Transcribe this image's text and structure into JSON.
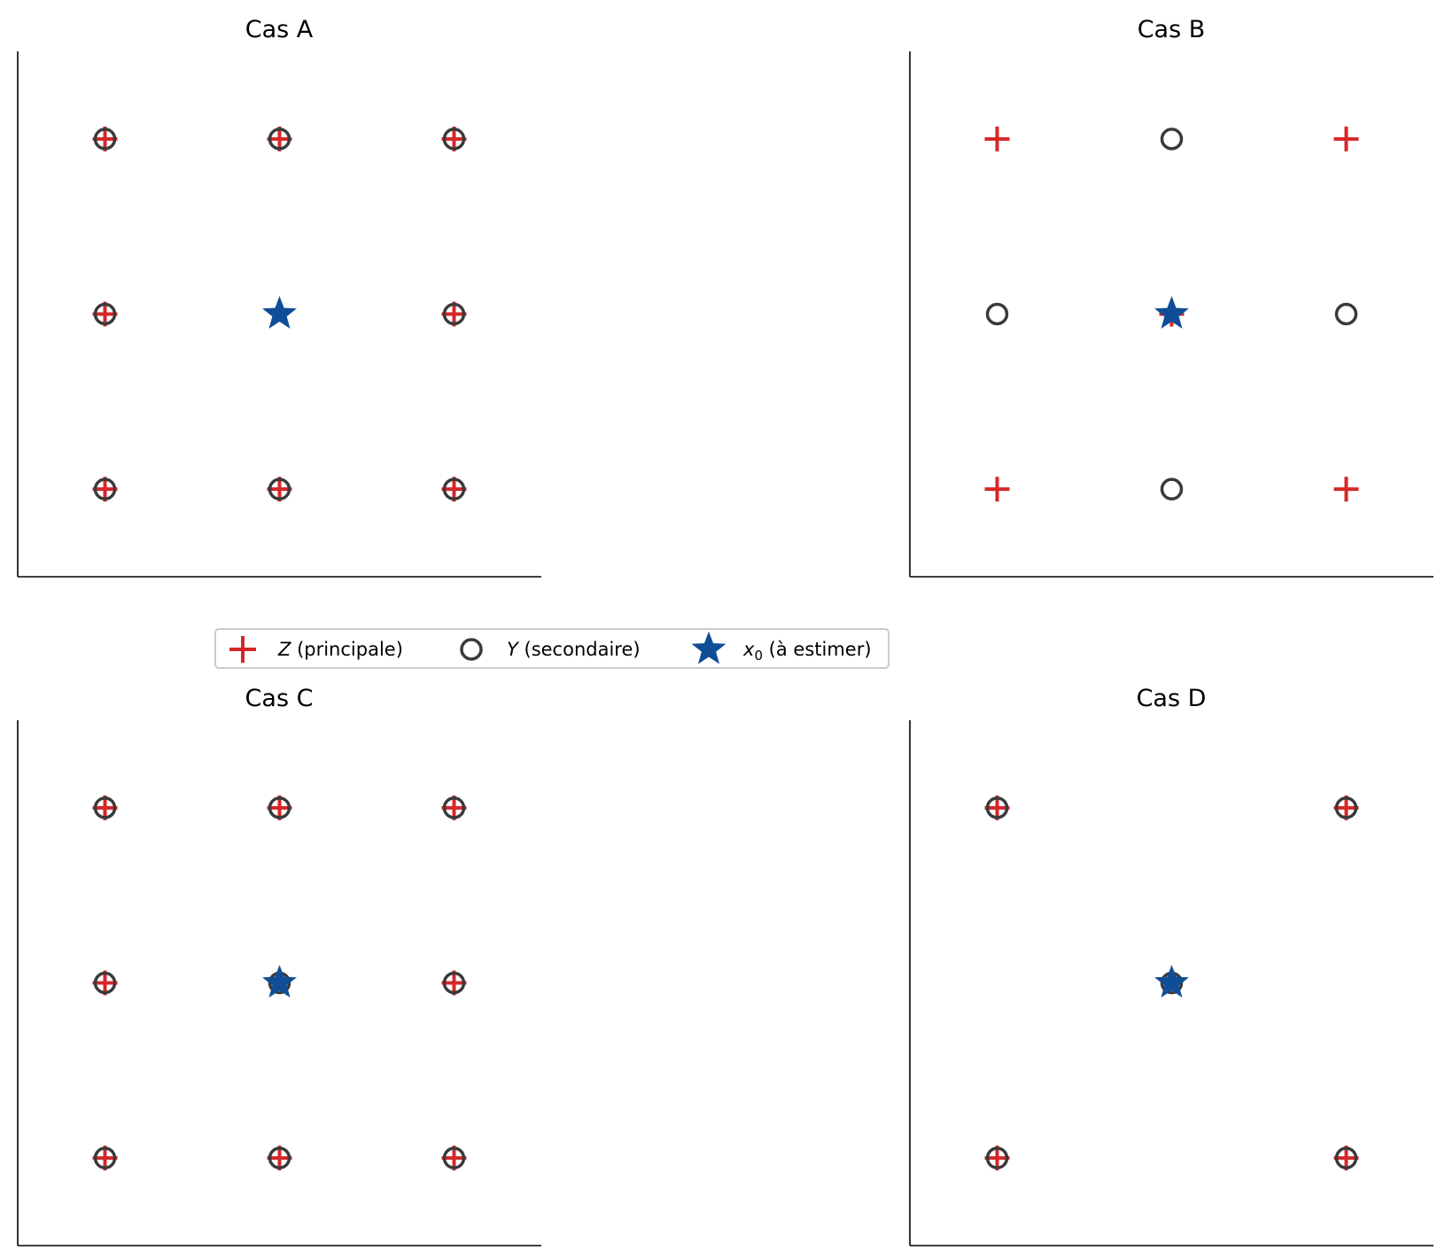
{
  "colors": {
    "z": "#d62728",
    "y": "#3a3a3a",
    "x0": "#0f4e96",
    "axis": "#000000",
    "legend_border": "#cccccc"
  },
  "legend": {
    "z_var": "Z",
    "z_label": " (principale)",
    "y_var": "Y",
    "y_label": " (secondaire)",
    "x0_var": "x",
    "x0_sub": "0",
    "x0_label": " (à estimer)"
  },
  "chart_data": [
    {
      "type": "scatter",
      "title": "Cas A",
      "xlim": [
        0,
        3
      ],
      "ylim": [
        0,
        3
      ],
      "grid": false,
      "series": [
        {
          "name": "Z (principale)",
          "marker": "plus",
          "points": [
            [
              0.5,
              0.5
            ],
            [
              1.5,
              0.5
            ],
            [
              2.5,
              0.5
            ],
            [
              0.5,
              1.5
            ],
            [
              2.5,
              1.5
            ],
            [
              0.5,
              2.5
            ],
            [
              1.5,
              2.5
            ],
            [
              2.5,
              2.5
            ]
          ]
        },
        {
          "name": "Y (secondaire)",
          "marker": "circle",
          "points": [
            [
              0.5,
              0.5
            ],
            [
              1.5,
              0.5
            ],
            [
              2.5,
              0.5
            ],
            [
              0.5,
              1.5
            ],
            [
              2.5,
              1.5
            ],
            [
              0.5,
              2.5
            ],
            [
              1.5,
              2.5
            ],
            [
              2.5,
              2.5
            ]
          ]
        },
        {
          "name": "x0 (à estimer)",
          "marker": "star",
          "points": [
            [
              1.5,
              1.5
            ]
          ]
        }
      ]
    },
    {
      "type": "scatter",
      "title": "Cas B",
      "xlim": [
        0,
        3
      ],
      "ylim": [
        0,
        3
      ],
      "grid": false,
      "series": [
        {
          "name": "Z (principale)",
          "marker": "plus",
          "points": [
            [
              0.5,
              0.5
            ],
            [
              2.5,
              0.5
            ],
            [
              1.5,
              1.5
            ],
            [
              0.5,
              2.5
            ],
            [
              2.5,
              2.5
            ]
          ]
        },
        {
          "name": "Y (secondaire)",
          "marker": "circle",
          "points": [
            [
              1.5,
              0.5
            ],
            [
              0.5,
              1.5
            ],
            [
              2.5,
              1.5
            ],
            [
              1.5,
              2.5
            ]
          ]
        },
        {
          "name": "x0 (à estimer)",
          "marker": "star",
          "points": [
            [
              1.5,
              1.5
            ]
          ]
        }
      ]
    },
    {
      "type": "scatter",
      "title": "Cas C",
      "xlim": [
        0,
        3
      ],
      "ylim": [
        0,
        3
      ],
      "grid": false,
      "series": [
        {
          "name": "Z (principale)",
          "marker": "plus",
          "points": [
            [
              0.5,
              0.5
            ],
            [
              1.5,
              0.5
            ],
            [
              2.5,
              0.5
            ],
            [
              0.5,
              1.5
            ],
            [
              2.5,
              1.5
            ],
            [
              0.5,
              2.5
            ],
            [
              1.5,
              2.5
            ],
            [
              2.5,
              2.5
            ]
          ]
        },
        {
          "name": "Y (secondaire)",
          "marker": "circle",
          "points": [
            [
              0.5,
              0.5
            ],
            [
              1.5,
              0.5
            ],
            [
              2.5,
              0.5
            ],
            [
              0.5,
              1.5
            ],
            [
              1.5,
              1.5
            ],
            [
              2.5,
              1.5
            ],
            [
              0.5,
              2.5
            ],
            [
              1.5,
              2.5
            ],
            [
              2.5,
              2.5
            ]
          ]
        },
        {
          "name": "x0 (à estimer)",
          "marker": "star",
          "points": [
            [
              1.5,
              1.5
            ]
          ]
        }
      ]
    },
    {
      "type": "scatter",
      "title": "Cas D",
      "xlim": [
        0,
        3
      ],
      "ylim": [
        0,
        3
      ],
      "grid": false,
      "series": [
        {
          "name": "Z (principale)",
          "marker": "plus",
          "points": [
            [
              0.5,
              0.5
            ],
            [
              2.5,
              0.5
            ],
            [
              0.5,
              2.5
            ],
            [
              2.5,
              2.5
            ]
          ]
        },
        {
          "name": "Y (secondaire)",
          "marker": "circle",
          "points": [
            [
              0.5,
              0.5
            ],
            [
              2.5,
              0.5
            ],
            [
              1.5,
              1.5
            ],
            [
              0.5,
              2.5
            ],
            [
              2.5,
              2.5
            ]
          ]
        },
        {
          "name": "x0 (à estimer)",
          "marker": "star",
          "points": [
            [
              1.5,
              1.5
            ]
          ]
        }
      ]
    }
  ]
}
